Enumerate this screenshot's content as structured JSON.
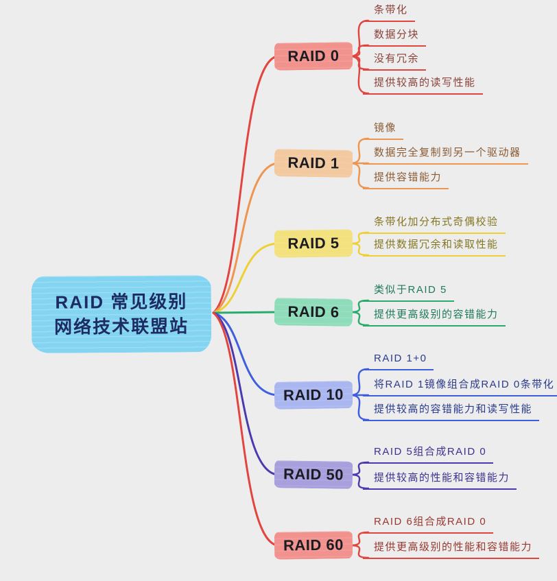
{
  "canvas": {
    "background": "#ededed"
  },
  "root": {
    "line1": "RAID 常见级别",
    "line2": "网络技术联盟站",
    "fill": "#82d4f1",
    "text_color": "#1d2b63"
  },
  "node_text_color": "#1b1b22",
  "branches": [
    {
      "label": "RAID 0",
      "node_fill": "#f2928d",
      "line_color": "#e2453f",
      "leaf_text_color": "#8a423a",
      "leaves": [
        "条带化",
        "数据分块",
        "没有冗余",
        "提供较高的读写性能"
      ]
    },
    {
      "label": "RAID 1",
      "node_fill": "#f3c99f",
      "line_color": "#ee9550",
      "leaf_text_color": "#8a5a33",
      "leaves": [
        "镜像",
        "数据完全复制到另一个驱动器",
        "提供容错能力"
      ]
    },
    {
      "label": "RAID 5",
      "node_fill": "#f2e17c",
      "line_color": "#eed034",
      "leaf_text_color": "#857722",
      "leaves": [
        "条带化加分布式奇偶校验",
        "提供数据冗余和读取性能"
      ]
    },
    {
      "label": "RAID 6",
      "node_fill": "#8fdcba",
      "line_color": "#2aab6b",
      "leaf_text_color": "#1e7a58",
      "leaves": [
        "类似于RAID 5",
        "提供更高级别的容错能力"
      ]
    },
    {
      "label": "RAID 10",
      "node_fill": "#aab6f0",
      "line_color": "#3f5ede",
      "leaf_text_color": "#2c3a8c",
      "leaves": [
        "RAID 1+0",
        "将RAID 1镜像组合成RAID 0条带化",
        "提供较高的容错能力和读写性能"
      ]
    },
    {
      "label": "RAID 50",
      "node_fill": "#a89fdd",
      "line_color": "#4a3aae",
      "leaf_text_color": "#3c3190",
      "leaves": [
        "RAID 5组合成RAID 0",
        "提供较高的性能和容错能力"
      ]
    },
    {
      "label": "RAID 60",
      "node_fill": "#f1928e",
      "line_color": "#e2453f",
      "leaf_text_color": "#993730",
      "leaves": [
        "RAID 6组合成RAID 0",
        "提供更高级别的性能和容错能力"
      ]
    }
  ]
}
